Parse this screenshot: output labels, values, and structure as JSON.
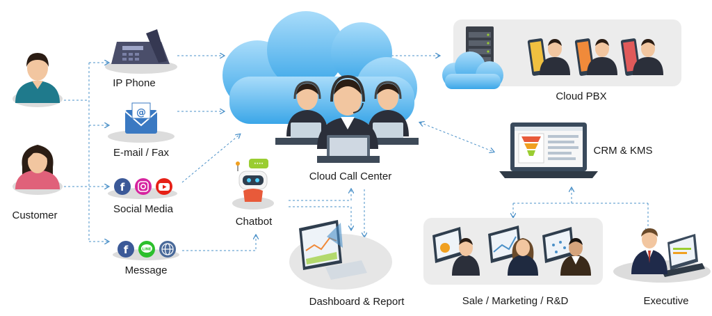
{
  "labels": {
    "ip_phone": "IP Phone",
    "email_fax": "E-mail / Fax",
    "social_media": "Social Media",
    "message": "Message",
    "customer": "Customer",
    "chatbot": "Chatbot",
    "cloud_call_center": "Cloud Call Center",
    "cloud_pbx": "Cloud PBX",
    "crm_kms": "CRM & KMS",
    "dashboard_report": "Dashboard & Report",
    "sale_marketing_rd": "Sale / Marketing / R&D",
    "executive": "Executive"
  },
  "icons": {
    "email_glyph": "@",
    "line_glyph": "LINE",
    "chat_glyph": "····"
  },
  "colors": {
    "arrow": "#4a90c8",
    "cloud": "#5bb8f0",
    "cloud_light": "#a9dcfa",
    "shadow": "#dcdcdc",
    "panel": "#ececec",
    "facebook": "#3b5998",
    "instagram": "#d6249f",
    "youtube": "#e62117",
    "line": "#2cbf2c",
    "web": "#4a6a9a",
    "suit": "#2b2f3a",
    "skin": "#f2c6a0",
    "hair": "#2b1d14",
    "male_shirt": "#1f7a8c",
    "female_shirt": "#e0617a",
    "screen": "#2f3e4e",
    "laptop": "#3a4a5c"
  }
}
